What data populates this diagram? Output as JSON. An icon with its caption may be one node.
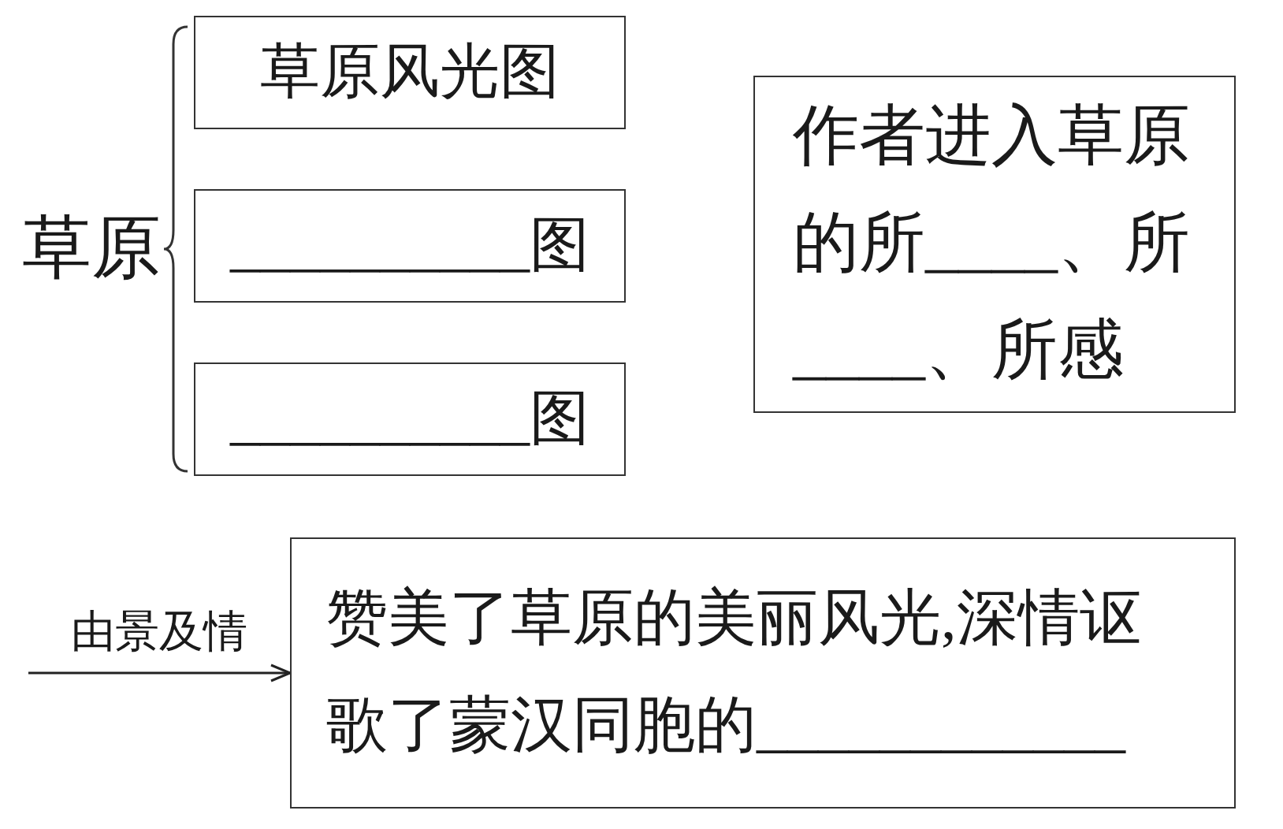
{
  "diagram": {
    "nodes": [
      {
        "text": [
          "草原风光图"
        ]
      },
      {
        "text": [
          "__________图"
        ]
      },
      {
        "text": [
          "__________图"
        ]
      },
      {
        "text": [
          "作者进入草原的所____、所____、所感"
        ]
      },
      {
        "text": [
          "赞美了草原的美丽风光,深情讴歌了蒙汉同胞的____________"
        ]
      }
    ],
    "edges": [
      {
        "from": null,
        "to": 4,
        "arrow": "to",
        "label": "由景及情"
      }
    ],
    "labels": [
      "草原"
    ]
  }
}
